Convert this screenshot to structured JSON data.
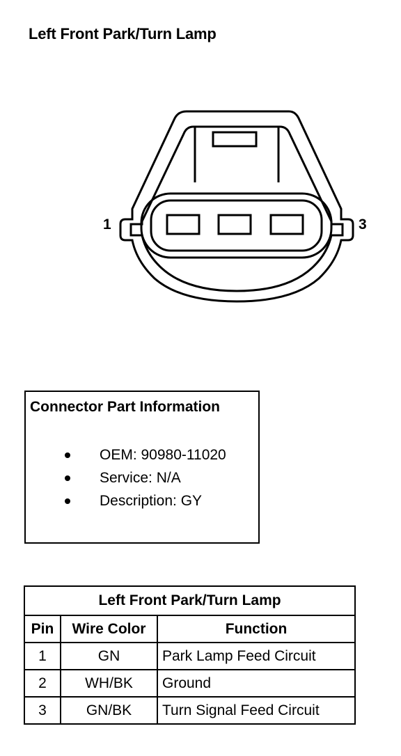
{
  "title": "Left Front Park/Turn Lamp",
  "connector": {
    "pin_labels": {
      "left": "1",
      "right": "3"
    }
  },
  "info_box": {
    "title": "Connector Part Information",
    "items": [
      {
        "text": "OEM: 90980-11020"
      },
      {
        "text": "Service: N/A"
      },
      {
        "text": "Description: GY"
      }
    ]
  },
  "pin_table": {
    "title": "Left Front Park/Turn Lamp",
    "headers": {
      "pin": "Pin",
      "wire_color": "Wire Color",
      "function": "Function"
    },
    "rows": [
      {
        "pin": "1",
        "wire_color": "GN",
        "function": "Park Lamp Feed Circuit"
      },
      {
        "pin": "2",
        "wire_color": "WH/BK",
        "function": "Ground"
      },
      {
        "pin": "3",
        "wire_color": "GN/BK",
        "function": "Turn Signal Feed Circuit"
      }
    ]
  }
}
